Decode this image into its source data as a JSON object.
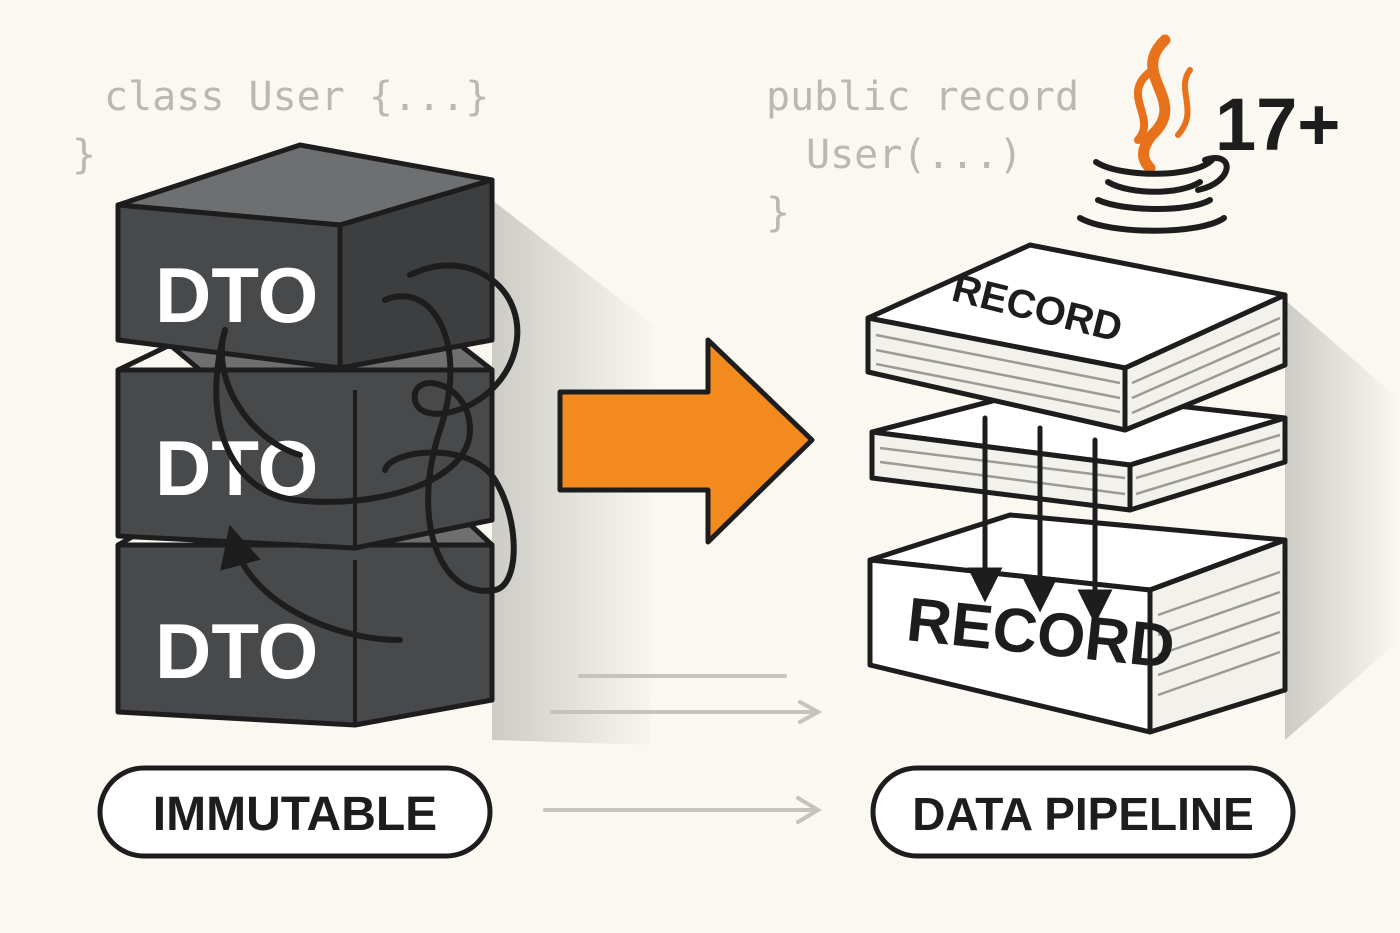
{
  "code_left": [
    "class User {...}",
    "}"
  ],
  "code_right": [
    "public record",
    "User(...)",
    "}"
  ],
  "version_badge": "17+",
  "left_blocks": [
    "DTO",
    "DTO",
    "DTO"
  ],
  "right_blocks": [
    "RECORD",
    "RECORD"
  ],
  "labels": {
    "left": "IMMUTABLE",
    "right": "DATA PIPELINE"
  },
  "colors": {
    "arrow": "#f28a1e",
    "dto_block": "#48494b",
    "java_flame": "#e8721c",
    "code_text": "#b9b8b2",
    "ink": "#1d1d1d"
  }
}
